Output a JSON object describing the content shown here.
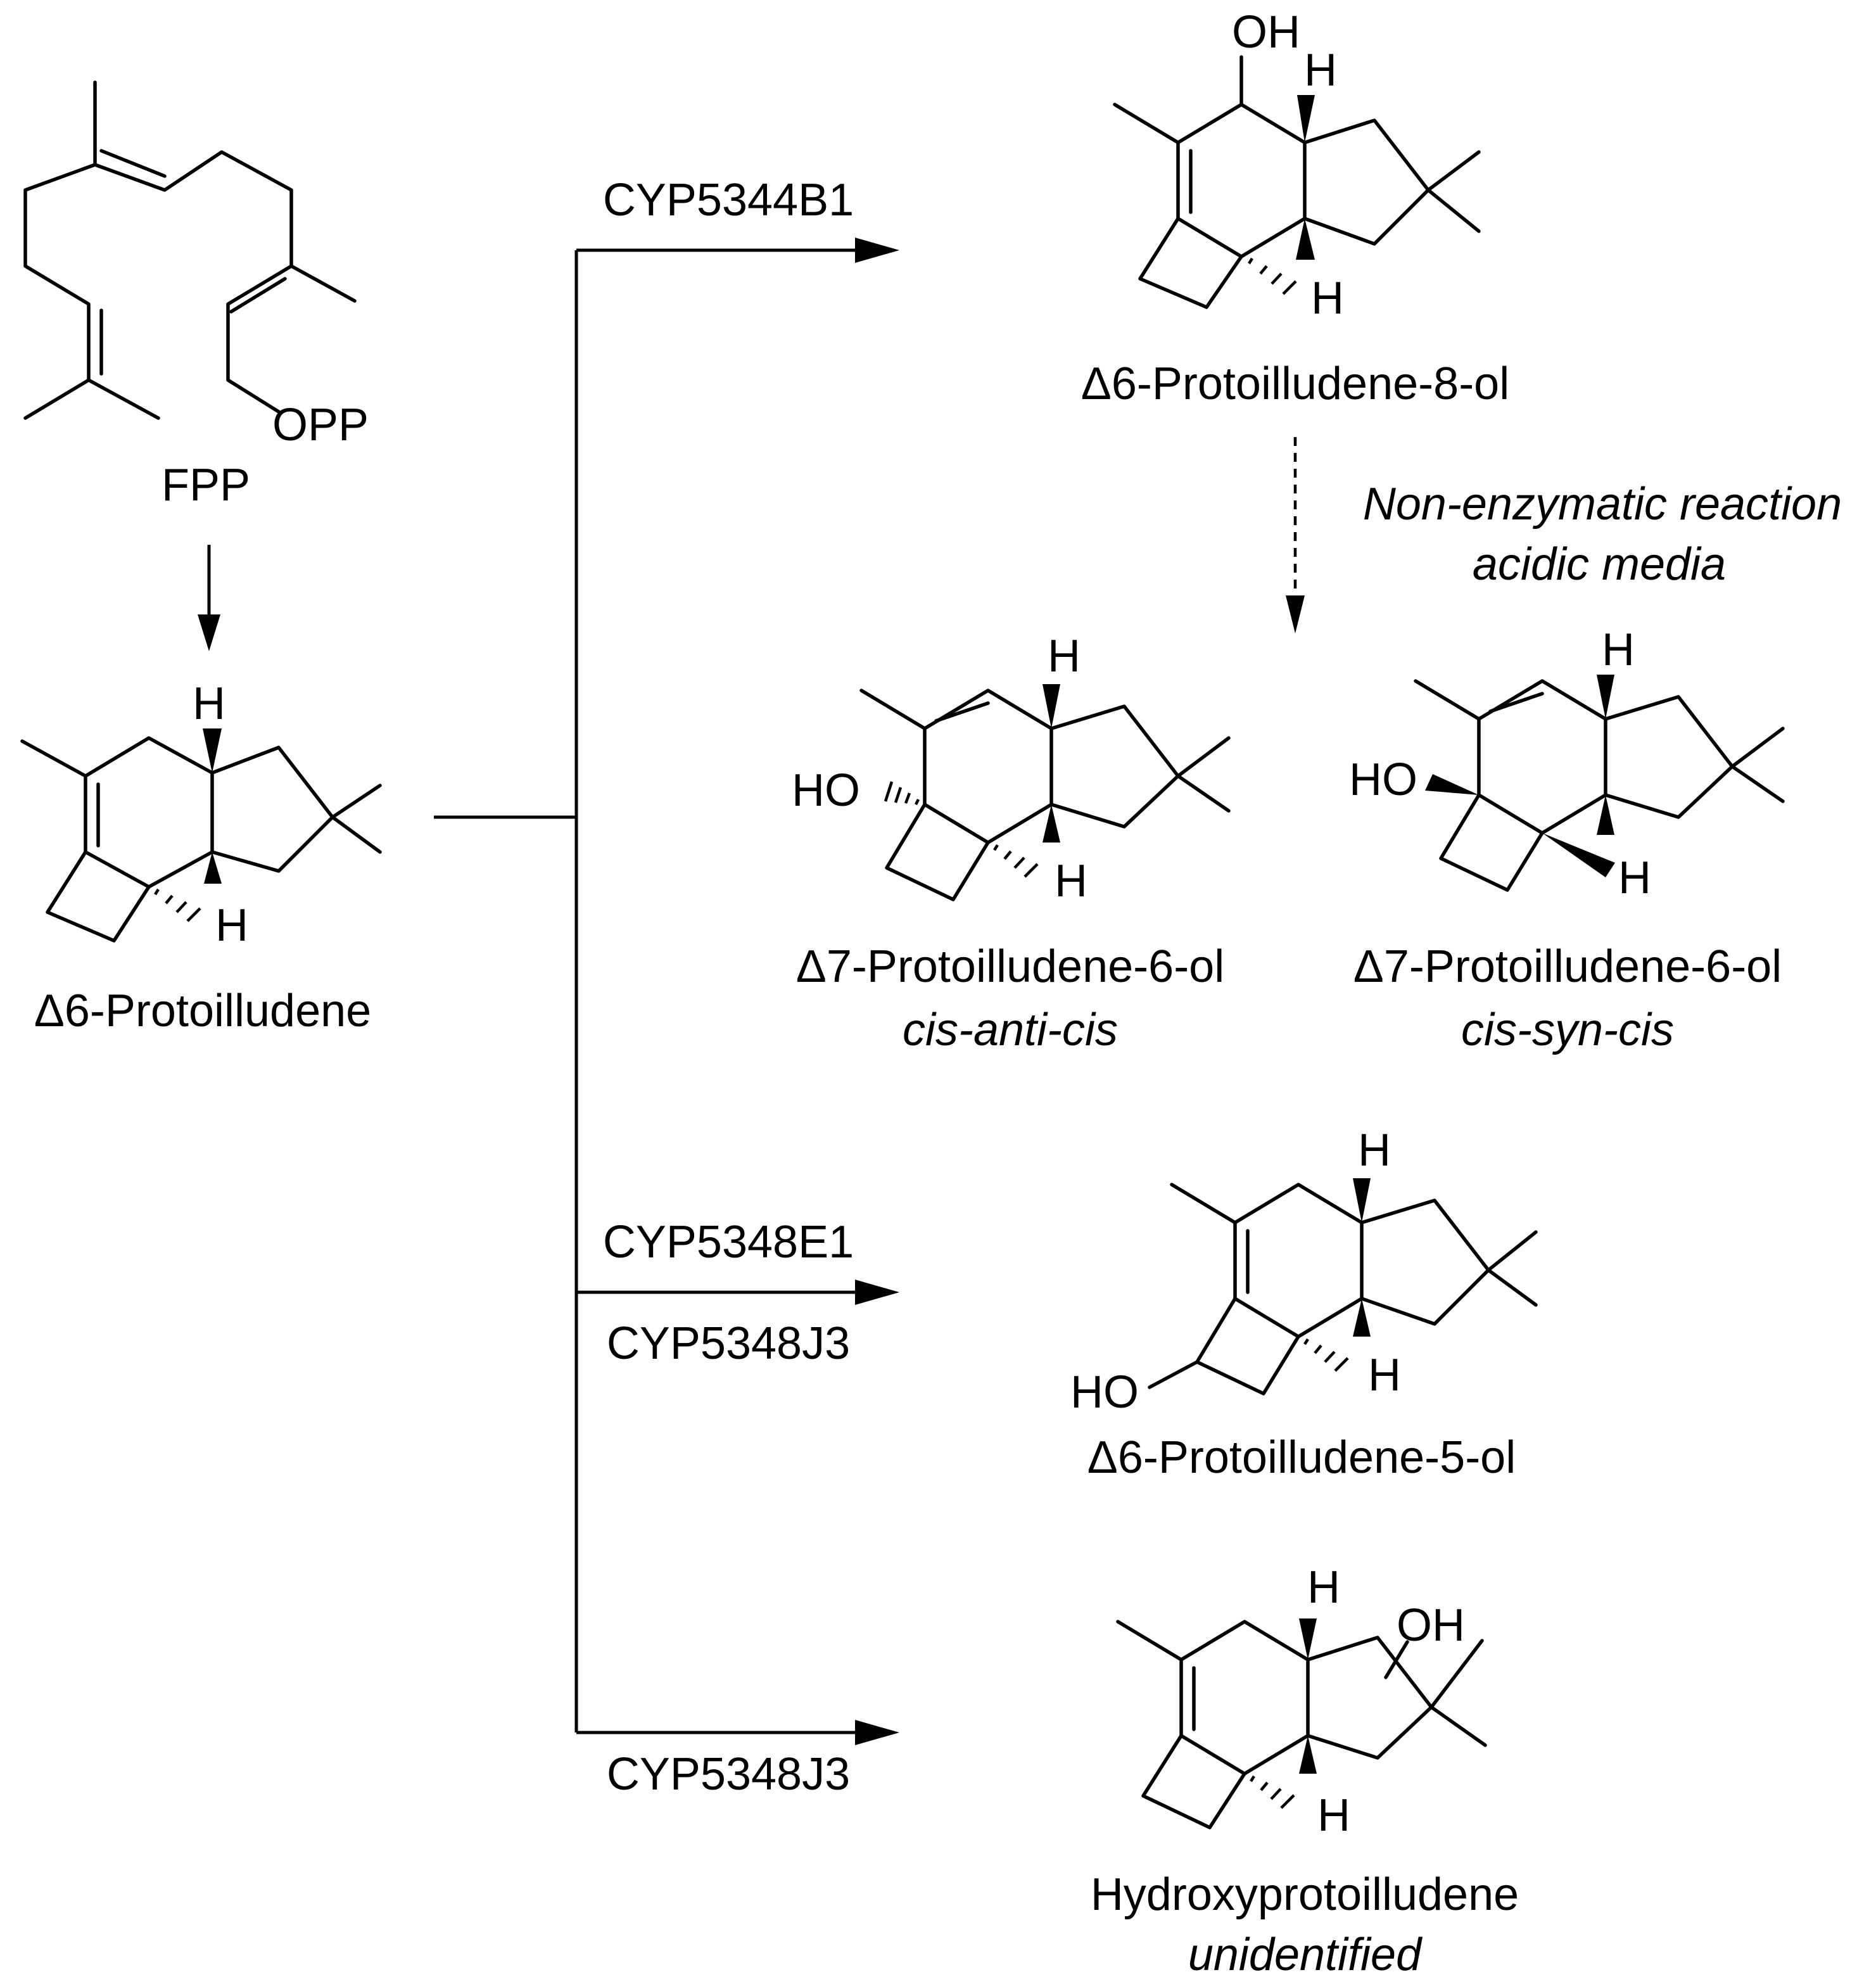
{
  "reagents": {
    "cyp5344b1": "CYP5344B1",
    "cyp5348e1": "CYP5348E1",
    "cyp5348j3_a": "CYP5348J3",
    "cyp5348j3_b": "CYP5348J3"
  },
  "condition": {
    "line1": "Non-enzymatic reaction",
    "line2": "acidic media"
  },
  "compounds": {
    "fpp": {
      "name": "FPP",
      "group": "OPP"
    },
    "protoilludene": {
      "name": "Δ6-Protoilludene",
      "h_top": "H",
      "h_bottom": "H"
    },
    "ol8": {
      "name": "Δ6-Protoilludene-8-ol",
      "oh": "OH",
      "h_top": "H",
      "h_bottom": "H"
    },
    "ol6_anti": {
      "name": "Δ7-Protoilludene-6-ol",
      "stereo": "cis-anti-cis",
      "ho": "HO",
      "h_top": "H",
      "h_bottom": "H"
    },
    "ol6_syn": {
      "name": "Δ7-Protoilludene-6-ol",
      "stereo": "cis-syn-cis",
      "ho": "HO",
      "h_top": "H",
      "h_bottom": "H"
    },
    "ol5": {
      "name": "Δ6-Protoilludene-5-ol",
      "ho": "HO",
      "h_top": "H",
      "h_bottom": "H"
    },
    "hydroxy": {
      "name": "Hydroxyprotoilludene",
      "note": "unidentified",
      "oh": "OH",
      "h_top": "H",
      "h_bottom": "H"
    }
  }
}
